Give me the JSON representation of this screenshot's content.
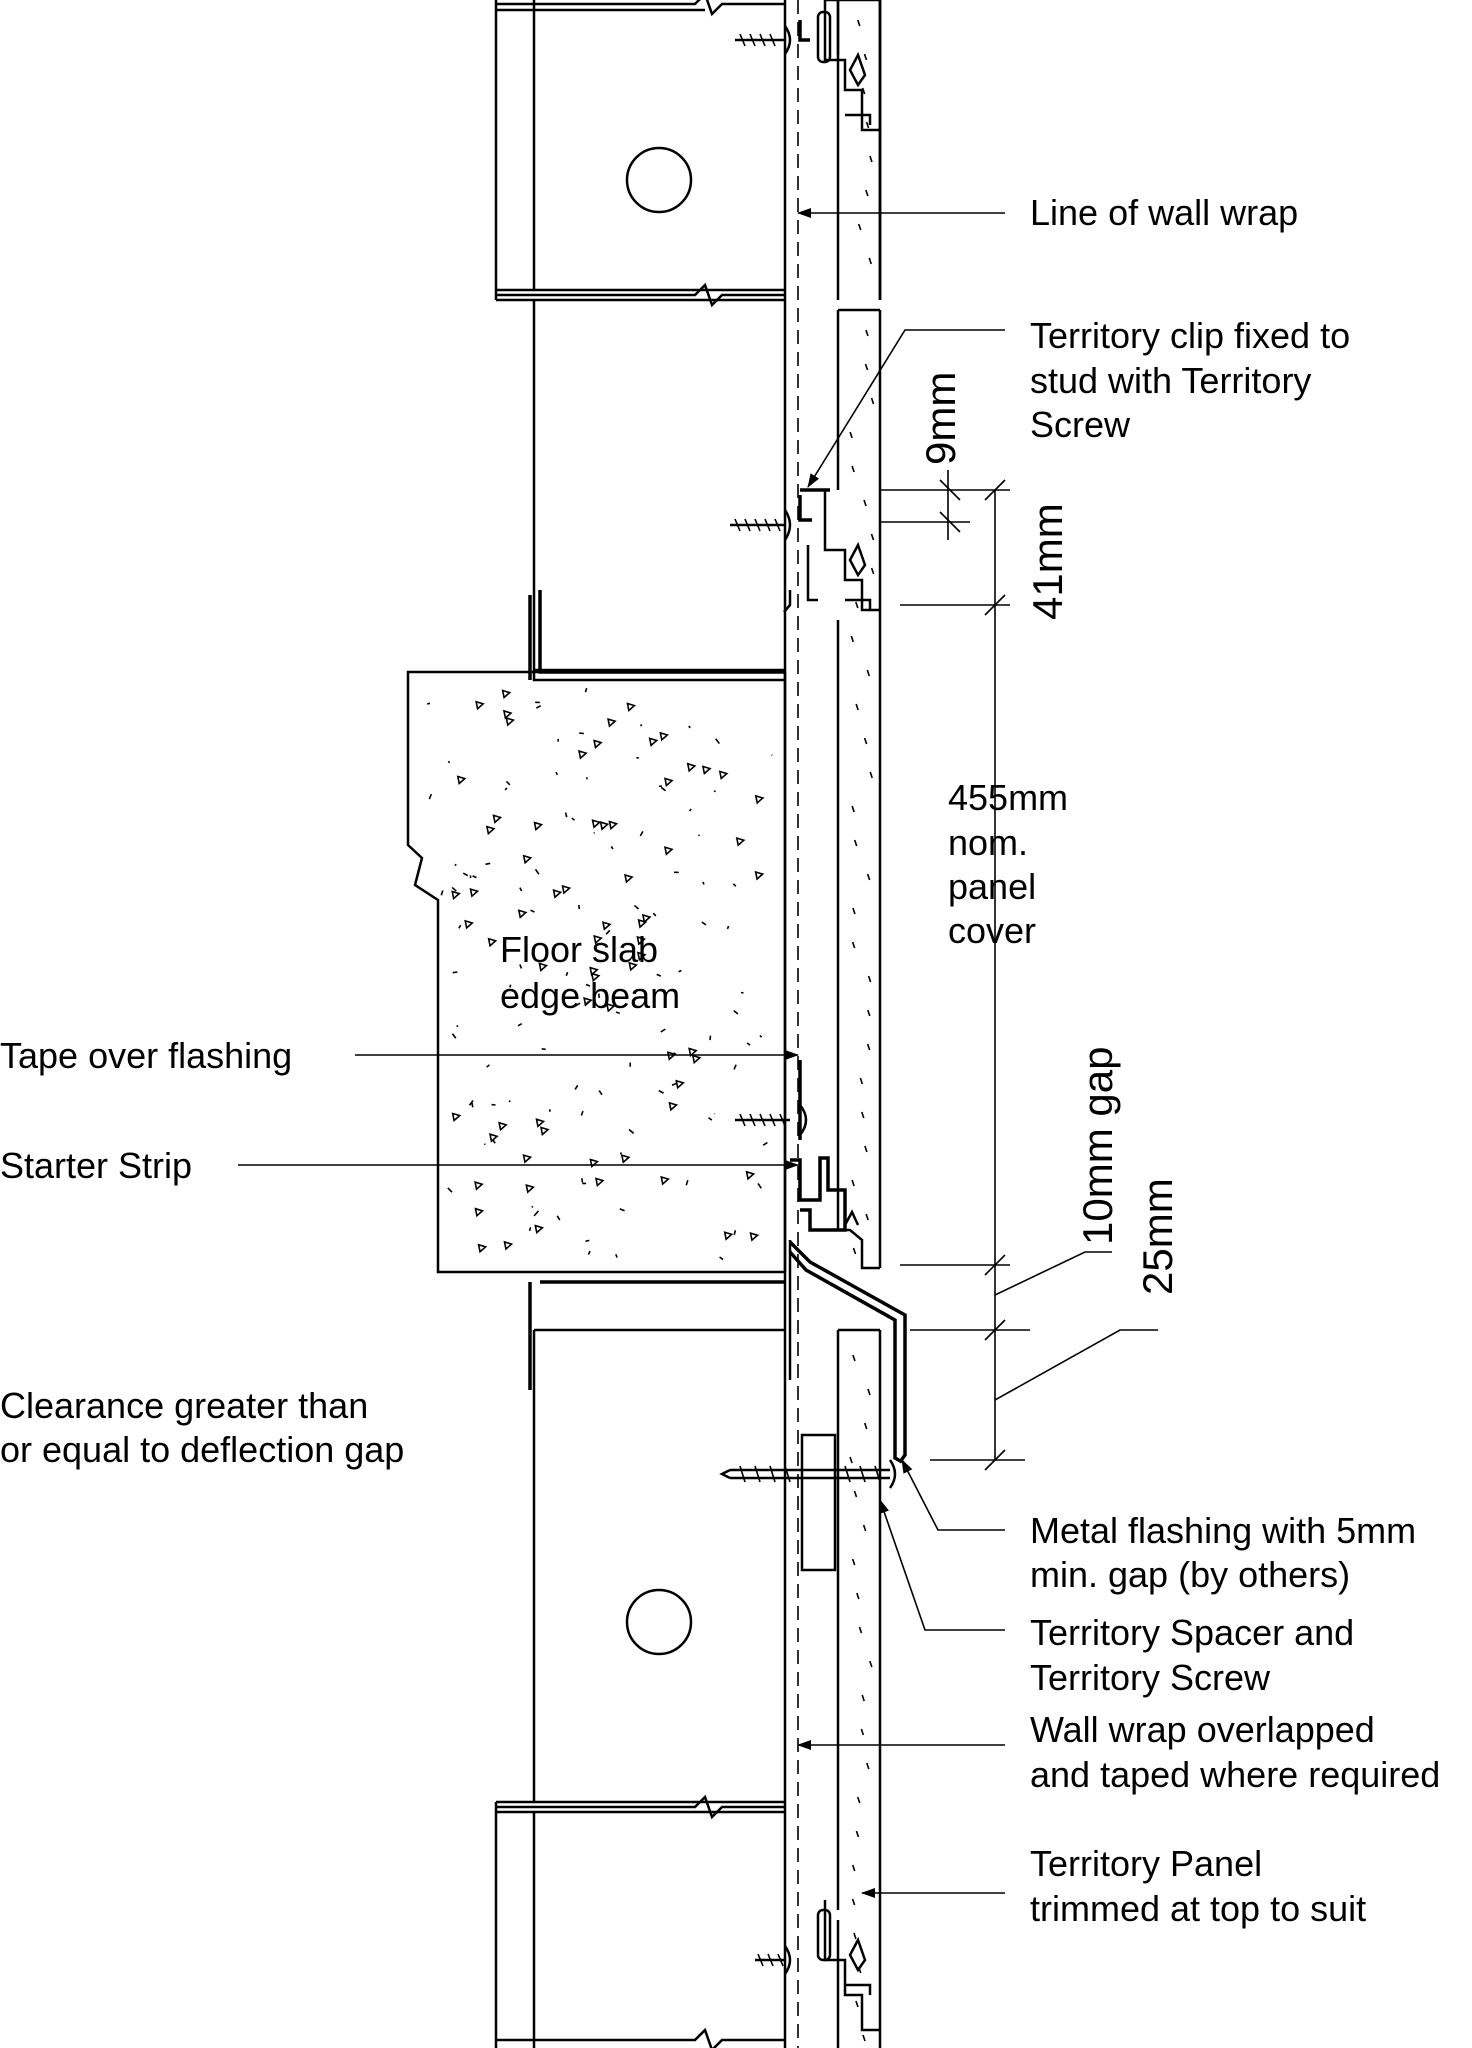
{
  "labels": {
    "line_of_wall_wrap": "Line of wall wrap",
    "territory_clip": [
      "Territory clip fixed to",
      "stud with Territory",
      "Screw"
    ],
    "floor_slab": [
      "Floor slab",
      "edge beam"
    ],
    "tape_over_flashing": "Tape over flashing",
    "starter_strip": "Starter Strip",
    "clearance": [
      "Clearance greater than",
      "or equal to deflection gap"
    ],
    "panel_cover": [
      "455mm",
      "nom.",
      "panel",
      "cover"
    ],
    "metal_flashing": [
      "Metal flashing with 5mm",
      "min. gap (by others)"
    ],
    "territory_spacer": [
      "Territory Spacer and",
      "Territory Screw"
    ],
    "wall_wrap_overlapped": [
      "Wall wrap overlapped",
      "and taped where required"
    ],
    "territory_panel": [
      "Territory Panel",
      "trimmed at top to suit"
    ]
  },
  "dimensions": {
    "d9": "9mm",
    "d41": "41mm",
    "d10": "10mm gap",
    "d25": "25mm"
  },
  "colors": {
    "line": "#000000",
    "background": "#ffffff"
  }
}
